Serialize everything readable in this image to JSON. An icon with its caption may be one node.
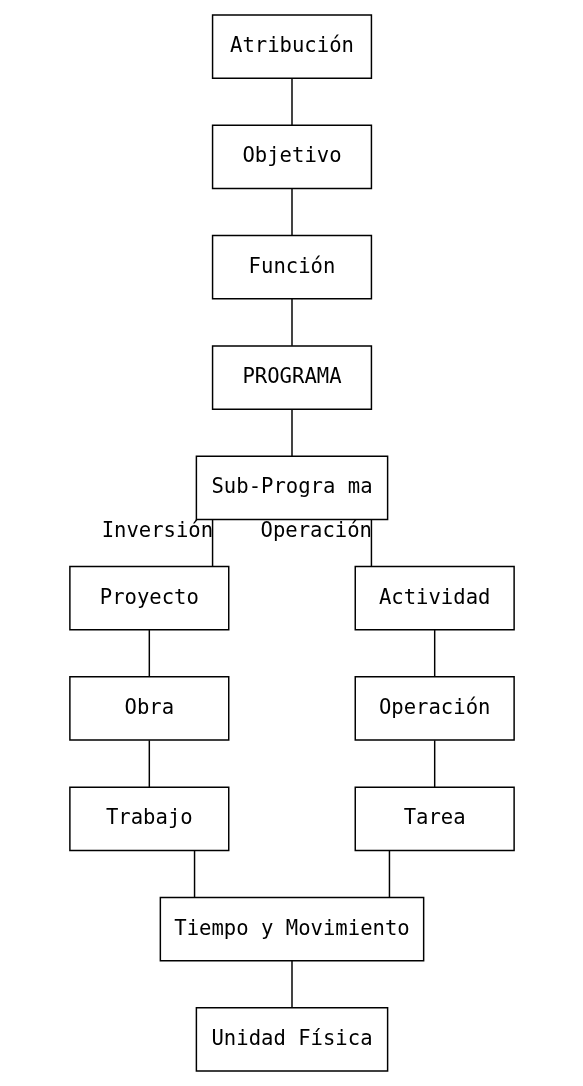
{
  "diagram": {
    "nodes": [
      {
        "text": [
          "Atribución"
        ]
      },
      {
        "text": [
          "Objetivo"
        ]
      },
      {
        "text": [
          "Función"
        ]
      },
      {
        "text": [
          "PROGRAMA"
        ]
      },
      {
        "text": [
          "Sub-Progra ma"
        ]
      },
      {
        "text": [
          "Proyecto"
        ]
      },
      {
        "text": [
          "Obra"
        ]
      },
      {
        "text": [
          "Trabajo"
        ]
      },
      {
        "text": [
          "Actividad"
        ]
      },
      {
        "text": [
          "Operación"
        ]
      },
      {
        "text": [
          "Tarea"
        ]
      },
      {
        "text": [
          "Tiempo y Movimiento"
        ]
      },
      {
        "text": [
          "Unidad Física"
        ]
      }
    ],
    "edges": [
      {
        "from": 0,
        "to": 1,
        "arrow": "none"
      },
      {
        "from": 1,
        "to": 2,
        "arrow": "none"
      },
      {
        "from": 2,
        "to": 3,
        "arrow": "none"
      },
      {
        "from": 3,
        "to": 4,
        "arrow": "none"
      },
      {
        "from": 4,
        "to": 5,
        "arrow": "none",
        "label": "Inversión"
      },
      {
        "from": 4,
        "to": 8,
        "arrow": "none",
        "label": "Operación"
      },
      {
        "from": 5,
        "to": 6,
        "arrow": "none"
      },
      {
        "from": 6,
        "to": 7,
        "arrow": "none"
      },
      {
        "from": 8,
        "to": 9,
        "arrow": "none"
      },
      {
        "from": 9,
        "to": 10,
        "arrow": "none"
      },
      {
        "from": 7,
        "to": 11,
        "arrow": "none"
      },
      {
        "from": 10,
        "to": 11,
        "arrow": "none"
      },
      {
        "from": 11,
        "to": 12,
        "arrow": "none"
      }
    ]
  }
}
